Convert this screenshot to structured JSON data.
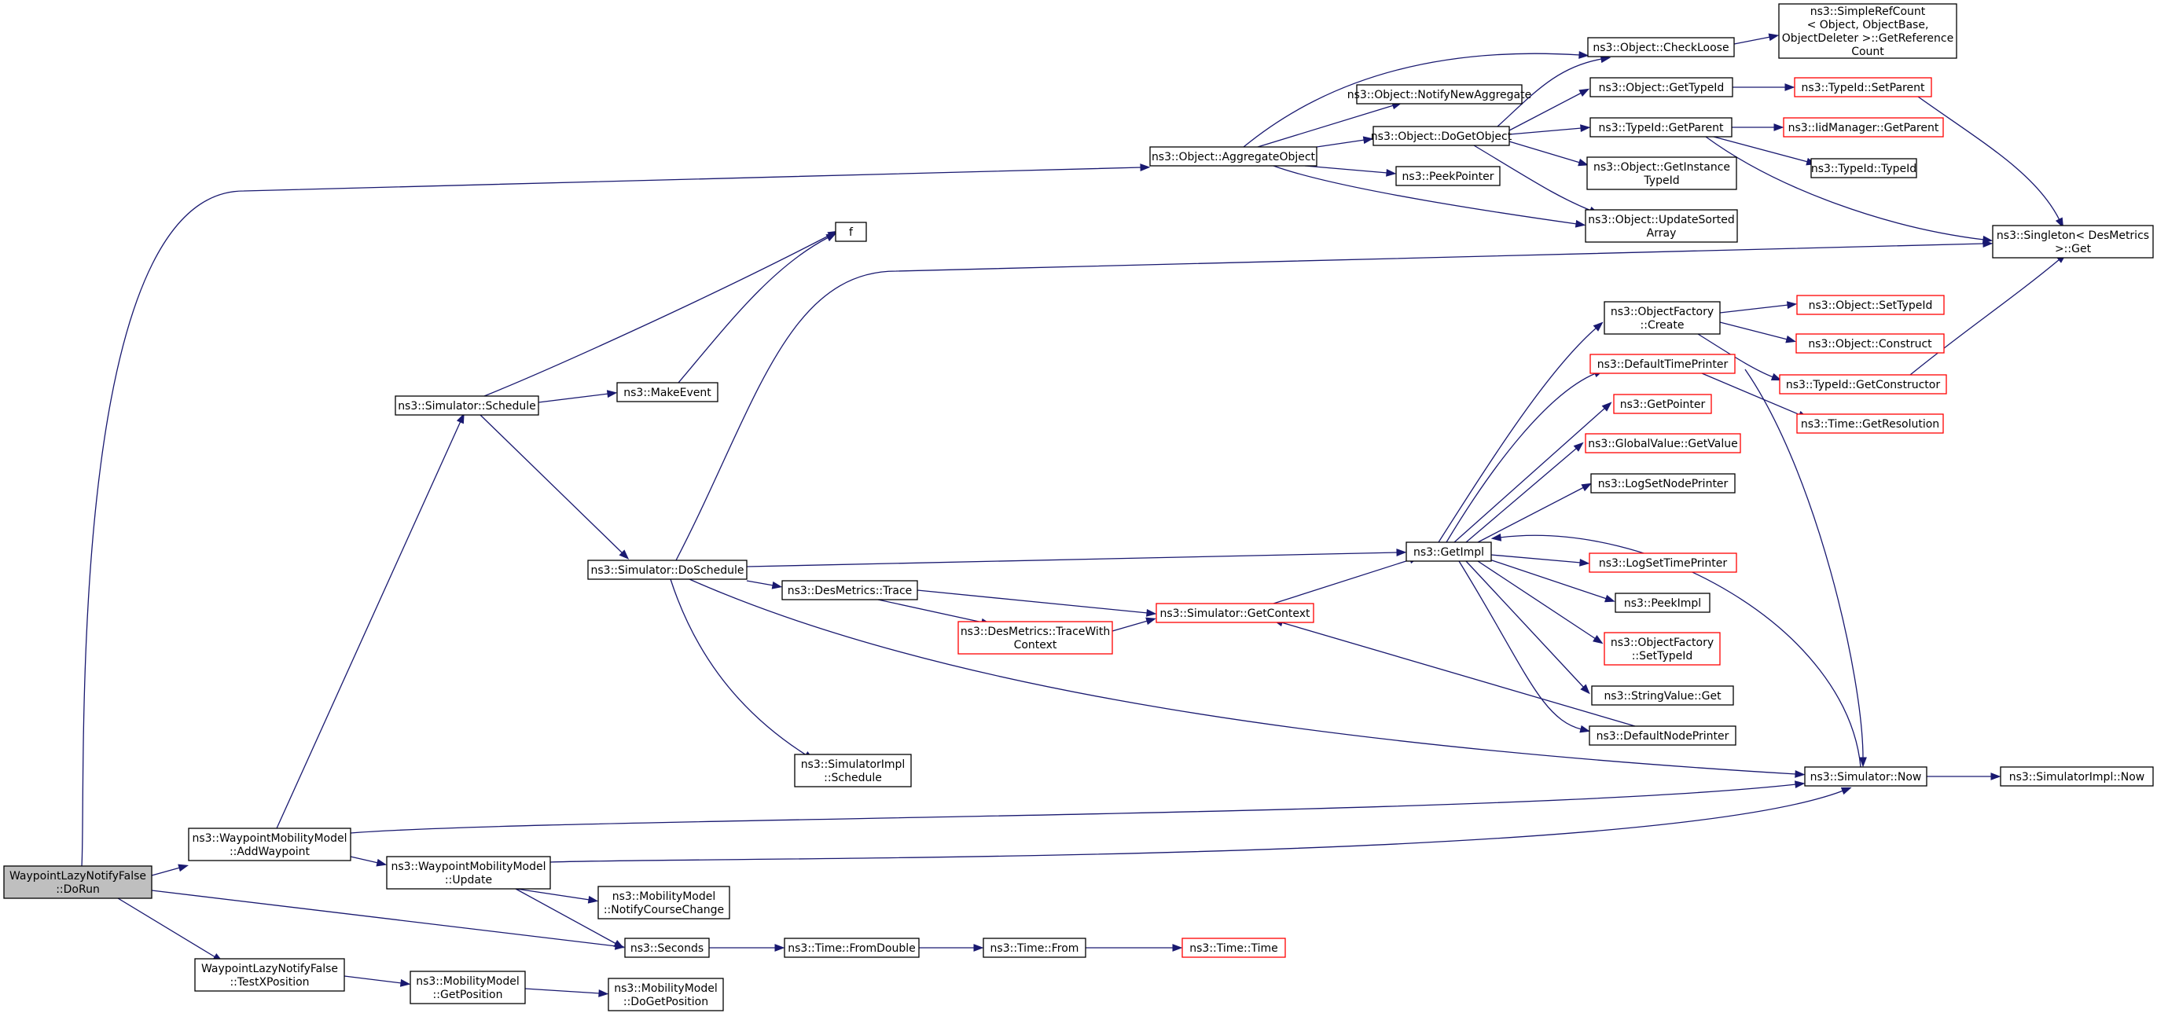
{
  "colors": {
    "edge": "#191970",
    "border": "#000000",
    "link_border": "#ff0000",
    "root_fill": "#bfbfbf"
  },
  "nodes": [
    {
      "id": "dorun",
      "lines": [
        "WaypointLazyNotifyFalse",
        "::DoRun"
      ],
      "root": true
    },
    {
      "id": "addwp",
      "lines": [
        "ns3::WaypointMobilityModel",
        "::AddWaypoint"
      ]
    },
    {
      "id": "testx",
      "lines": [
        "WaypointLazyNotifyFalse",
        "::TestXPosition"
      ]
    },
    {
      "id": "update",
      "lines": [
        "ns3::WaypointMobilityModel",
        "::Update"
      ]
    },
    {
      "id": "schedule",
      "lines": [
        "ns3::Simulator::Schedule"
      ]
    },
    {
      "id": "getpos",
      "lines": [
        "ns3::MobilityModel",
        "::GetPosition"
      ]
    },
    {
      "id": "notify",
      "lines": [
        "ns3::MobilityModel",
        "::NotifyCourseChange"
      ]
    },
    {
      "id": "seconds",
      "lines": [
        "ns3::Seconds"
      ]
    },
    {
      "id": "dogetpos",
      "lines": [
        "ns3::MobilityModel",
        "::DoGetPosition"
      ]
    },
    {
      "id": "fromdouble",
      "lines": [
        "ns3::Time::FromDouble"
      ]
    },
    {
      "id": "from",
      "lines": [
        "ns3::Time::From"
      ]
    },
    {
      "id": "time",
      "lines": [
        "ns3::Time::Time"
      ],
      "red": true
    },
    {
      "id": "makeevent",
      "lines": [
        "ns3::MakeEvent"
      ]
    },
    {
      "id": "f",
      "lines": [
        "f"
      ]
    },
    {
      "id": "doschedule",
      "lines": [
        "ns3::Simulator::DoSchedule"
      ]
    },
    {
      "id": "trace",
      "lines": [
        "ns3::DesMetrics::Trace"
      ]
    },
    {
      "id": "tracewith",
      "lines": [
        "ns3::DesMetrics::TraceWith",
        "Context"
      ],
      "red": true
    },
    {
      "id": "simimplsched",
      "lines": [
        "ns3::SimulatorImpl",
        "::Schedule"
      ]
    },
    {
      "id": "getcontext",
      "lines": [
        "ns3::Simulator::GetContext"
      ],
      "red": true
    },
    {
      "id": "getimpl",
      "lines": [
        "ns3::GetImpl"
      ]
    },
    {
      "id": "aggregate",
      "lines": [
        "ns3::Object::AggregateObject"
      ]
    },
    {
      "id": "notifyagg",
      "lines": [
        "ns3::Object::NotifyNewAggregate"
      ]
    },
    {
      "id": "dogetobj",
      "lines": [
        "ns3::Object::DoGetObject"
      ]
    },
    {
      "id": "peekptr",
      "lines": [
        "ns3::PeekPointer"
      ]
    },
    {
      "id": "checkloose",
      "lines": [
        "ns3::Object::CheckLoose"
      ]
    },
    {
      "id": "simplerefcount",
      "lines": [
        "ns3::SimpleRefCount",
        "< Object, ObjectBase,",
        "ObjectDeleter >::GetReference",
        "Count"
      ]
    },
    {
      "id": "gettypeid",
      "lines": [
        "ns3::Object::GetTypeId"
      ]
    },
    {
      "id": "getparent",
      "lines": [
        "ns3::TypeId::GetParent"
      ]
    },
    {
      "id": "getinstance",
      "lines": [
        "ns3::Object::GetInstance",
        "TypeId"
      ]
    },
    {
      "id": "updatesorted",
      "lines": [
        "ns3::Object::UpdateSorted",
        "Array"
      ]
    },
    {
      "id": "setparent",
      "lines": [
        "ns3::TypeId::SetParent"
      ],
      "red": true
    },
    {
      "id": "iidgetparent",
      "lines": [
        "ns3::IidManager::GetParent"
      ],
      "red": true
    },
    {
      "id": "typeidtypeid",
      "lines": [
        "ns3::TypeId::TypeId"
      ]
    },
    {
      "id": "singleton",
      "lines": [
        "ns3::Singleton< DesMetrics",
        " >::Get"
      ]
    },
    {
      "id": "ofcreate",
      "lines": [
        "ns3::ObjectFactory",
        "::Create"
      ]
    },
    {
      "id": "objsettypeid",
      "lines": [
        "ns3::Object::SetTypeId"
      ],
      "red": true
    },
    {
      "id": "construct",
      "lines": [
        "ns3::Object::Construct"
      ],
      "red": true
    },
    {
      "id": "getconstructor",
      "lines": [
        "ns3::TypeId::GetConstructor"
      ],
      "red": true
    },
    {
      "id": "dtp",
      "lines": [
        "ns3::DefaultTimePrinter"
      ],
      "red": true
    },
    {
      "id": "getresolution",
      "lines": [
        "ns3::Time::GetResolution"
      ],
      "red": true
    },
    {
      "id": "getpointer",
      "lines": [
        "ns3::GetPointer"
      ],
      "red": true
    },
    {
      "id": "gvgetvalue",
      "lines": [
        "ns3::GlobalValue::GetValue"
      ],
      "red": true
    },
    {
      "id": "logsetnode",
      "lines": [
        "ns3::LogSetNodePrinter"
      ]
    },
    {
      "id": "logsettime",
      "lines": [
        "ns3::LogSetTimePrinter"
      ],
      "red": true
    },
    {
      "id": "peekimpl",
      "lines": [
        "ns3::PeekImpl"
      ]
    },
    {
      "id": "ofsettypeid",
      "lines": [
        "ns3::ObjectFactory",
        "::SetTypeId"
      ],
      "red": true
    },
    {
      "id": "svget",
      "lines": [
        "ns3::StringValue::Get"
      ]
    },
    {
      "id": "dnp",
      "lines": [
        "ns3::DefaultNodePrinter"
      ]
    },
    {
      "id": "simnow",
      "lines": [
        "ns3::Simulator::Now"
      ]
    },
    {
      "id": "simimplnow",
      "lines": [
        "ns3::SimulatorImpl::Now"
      ]
    }
  ],
  "edges": [
    [
      "dorun",
      "aggregate"
    ],
    [
      "dorun",
      "addwp"
    ],
    [
      "dorun",
      "seconds"
    ],
    [
      "dorun",
      "testx"
    ],
    [
      "addwp",
      "schedule"
    ],
    [
      "addwp",
      "simnow"
    ],
    [
      "addwp",
      "update"
    ],
    [
      "update",
      "simnow"
    ],
    [
      "update",
      "notify"
    ],
    [
      "update",
      "seconds"
    ],
    [
      "testx",
      "getpos"
    ],
    [
      "getpos",
      "dogetpos"
    ],
    [
      "seconds",
      "fromdouble"
    ],
    [
      "fromdouble",
      "from"
    ],
    [
      "from",
      "time"
    ],
    [
      "schedule",
      "f"
    ],
    [
      "schedule",
      "makeevent"
    ],
    [
      "schedule",
      "doschedule"
    ],
    [
      "makeevent",
      "f"
    ],
    [
      "doschedule",
      "singleton"
    ],
    [
      "doschedule",
      "getimpl"
    ],
    [
      "doschedule",
      "trace"
    ],
    [
      "doschedule",
      "simimplsched"
    ],
    [
      "doschedule",
      "simnow"
    ],
    [
      "trace",
      "getcontext"
    ],
    [
      "trace",
      "tracewith"
    ],
    [
      "tracewith",
      "getcontext"
    ],
    [
      "getcontext",
      "getimpl"
    ],
    [
      "aggregate",
      "checkloose"
    ],
    [
      "aggregate",
      "notifyagg"
    ],
    [
      "aggregate",
      "dogetobj"
    ],
    [
      "aggregate",
      "peekptr"
    ],
    [
      "aggregate",
      "updatesorted"
    ],
    [
      "dogetobj",
      "checkloose"
    ],
    [
      "dogetobj",
      "gettypeid"
    ],
    [
      "dogetobj",
      "getparent"
    ],
    [
      "dogetobj",
      "getinstance"
    ],
    [
      "dogetobj",
      "updatesorted"
    ],
    [
      "checkloose",
      "simplerefcount"
    ],
    [
      "gettypeid",
      "setparent"
    ],
    [
      "getparent",
      "iidgetparent"
    ],
    [
      "getparent",
      "typeidtypeid"
    ],
    [
      "getparent",
      "singleton"
    ],
    [
      "setparent",
      "singleton"
    ],
    [
      "getimpl",
      "ofcreate"
    ],
    [
      "getimpl",
      "dtp"
    ],
    [
      "getimpl",
      "getpointer"
    ],
    [
      "getimpl",
      "gvgetvalue"
    ],
    [
      "getimpl",
      "logsetnode"
    ],
    [
      "getimpl",
      "logsettime"
    ],
    [
      "getimpl",
      "peekimpl"
    ],
    [
      "getimpl",
      "ofsettypeid"
    ],
    [
      "getimpl",
      "svget"
    ],
    [
      "getimpl",
      "dnp"
    ],
    [
      "ofcreate",
      "objsettypeid"
    ],
    [
      "ofcreate",
      "construct"
    ],
    [
      "ofcreate",
      "getconstructor"
    ],
    [
      "getconstructor",
      "singleton"
    ],
    [
      "dtp",
      "getresolution"
    ],
    [
      "dtp",
      "simnow"
    ],
    [
      "dnp",
      "getcontext"
    ],
    [
      "simnow",
      "getimpl"
    ],
    [
      "simnow",
      "simimplnow"
    ]
  ]
}
